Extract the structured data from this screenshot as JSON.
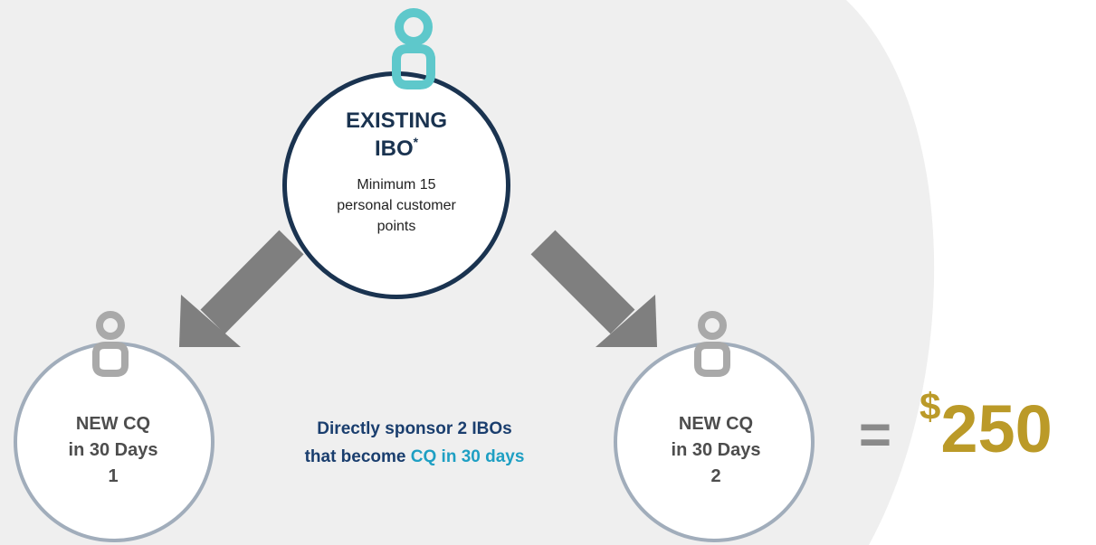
{
  "colors": {
    "backdrop": "#efefef",
    "top_border": "#1a3350",
    "new_border": "#a1adbb",
    "arrow": "#7f7f7f",
    "teal_icon": "#5ec8cb",
    "gray_icon": "#a9a9a9",
    "title": "#1a3350",
    "highlight": "#1e9fc3",
    "gold": "#bb9a28"
  },
  "icons": {
    "top": "person-icon",
    "new1": "person-icon",
    "new2": "person-icon",
    "arrow_left": "arrow-down-left-icon",
    "arrow_right": "arrow-down-right-icon"
  },
  "top_node": {
    "title_line1": "EXISTING",
    "title_line2": "IBO",
    "title_mark": "*",
    "desc_line1": "Minimum 15",
    "desc_line2": "personal customer",
    "desc_line3": "points"
  },
  "new_node_1": {
    "line1": "NEW CQ",
    "line2": "in 30 Days",
    "number": "1"
  },
  "new_node_2": {
    "line1": "NEW CQ",
    "line2": "in 30 Days",
    "number": "2"
  },
  "center_text": {
    "line1": "Directly sponsor 2 IBOs",
    "line2_prefix": "that become ",
    "line2_highlight": "CQ in 30 days"
  },
  "result": {
    "equals": "=",
    "currency": "$",
    "amount": "250"
  }
}
